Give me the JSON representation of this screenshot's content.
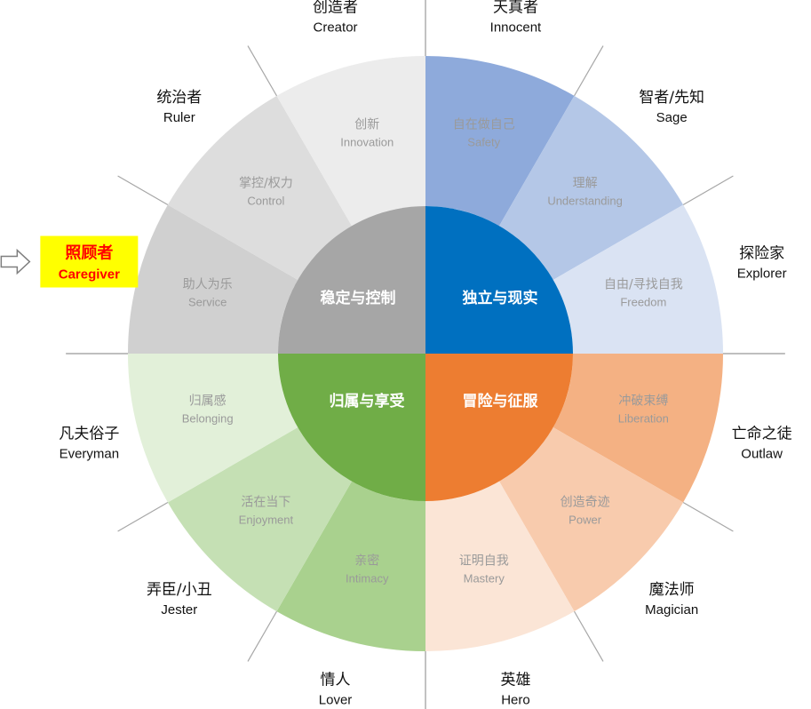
{
  "colors": {
    "background": "#ffffff",
    "separator": "#a6a6a6",
    "highlight_bg": "#ffff00",
    "highlight_text": "#ff0000"
  },
  "quadrants": [
    {
      "key": "stability",
      "label": "稳定与控制",
      "core_color": "#a6a6a6"
    },
    {
      "key": "independence",
      "label": "独立与现实",
      "core_color": "#0070c0"
    },
    {
      "key": "mastery",
      "label": "冒险与征服",
      "core_color": "#ed7d31"
    },
    {
      "key": "belonging",
      "label": "归属与享受",
      "core_color": "#70ad47"
    }
  ],
  "segments": [
    {
      "key": "innocent",
      "inner_cn": "自在做自己",
      "inner_en": "Safety",
      "archetype_cn": "天真者",
      "archetype_en": "Innocent",
      "color": "#8eaadb"
    },
    {
      "key": "sage",
      "inner_cn": "理解",
      "inner_en": "Understanding",
      "archetype_cn": "智者/先知",
      "archetype_en": "Sage",
      "color": "#b4c7e7"
    },
    {
      "key": "explorer",
      "inner_cn": "自由/寻找自我",
      "inner_en": "Freedom",
      "archetype_cn": "探险家",
      "archetype_en": "Explorer",
      "color": "#dae3f3"
    },
    {
      "key": "outlaw",
      "inner_cn": "冲破束缚",
      "inner_en": "Liberation",
      "archetype_cn": "亡命之徒",
      "archetype_en": "Outlaw",
      "color": "#f4b183"
    },
    {
      "key": "magician",
      "inner_cn": "创造奇迹",
      "inner_en": "Power",
      "archetype_cn": "魔法师",
      "archetype_en": "Magician",
      "color": "#f8cbad"
    },
    {
      "key": "hero",
      "inner_cn": "证明自我",
      "inner_en": "Mastery",
      "archetype_cn": "英雄",
      "archetype_en": "Hero",
      "color": "#fbe5d6"
    },
    {
      "key": "lover",
      "inner_cn": "亲密",
      "inner_en": "Intimacy",
      "archetype_cn": "情人",
      "archetype_en": "Lover",
      "color": "#a9d18e"
    },
    {
      "key": "jester",
      "inner_cn": "活在当下",
      "inner_en": "Enjoyment",
      "archetype_cn": "弄臣/小丑",
      "archetype_en": "Jester",
      "color": "#c5e0b4"
    },
    {
      "key": "everyman",
      "inner_cn": "归属感",
      "inner_en": "Belonging",
      "archetype_cn": "凡夫俗子",
      "archetype_en": "Everyman",
      "color": "#e2f0d9"
    },
    {
      "key": "caregiver",
      "inner_cn": "助人为乐",
      "inner_en": "Service",
      "archetype_cn": "照顾者",
      "archetype_en": "Caregiver",
      "color": "#d0d0d0",
      "highlighted": true
    },
    {
      "key": "ruler",
      "inner_cn": "掌控/权力",
      "inner_en": "Control",
      "archetype_cn": "统治者",
      "archetype_en": "Ruler",
      "color": "#dddddd"
    },
    {
      "key": "creator",
      "inner_cn": "创新",
      "inner_en": "Innovation",
      "archetype_cn": "创造者",
      "archetype_en": "Creator",
      "color": "#ececec"
    }
  ],
  "pointer": {
    "symbol": "arrow-right-outline",
    "target": "caregiver"
  }
}
